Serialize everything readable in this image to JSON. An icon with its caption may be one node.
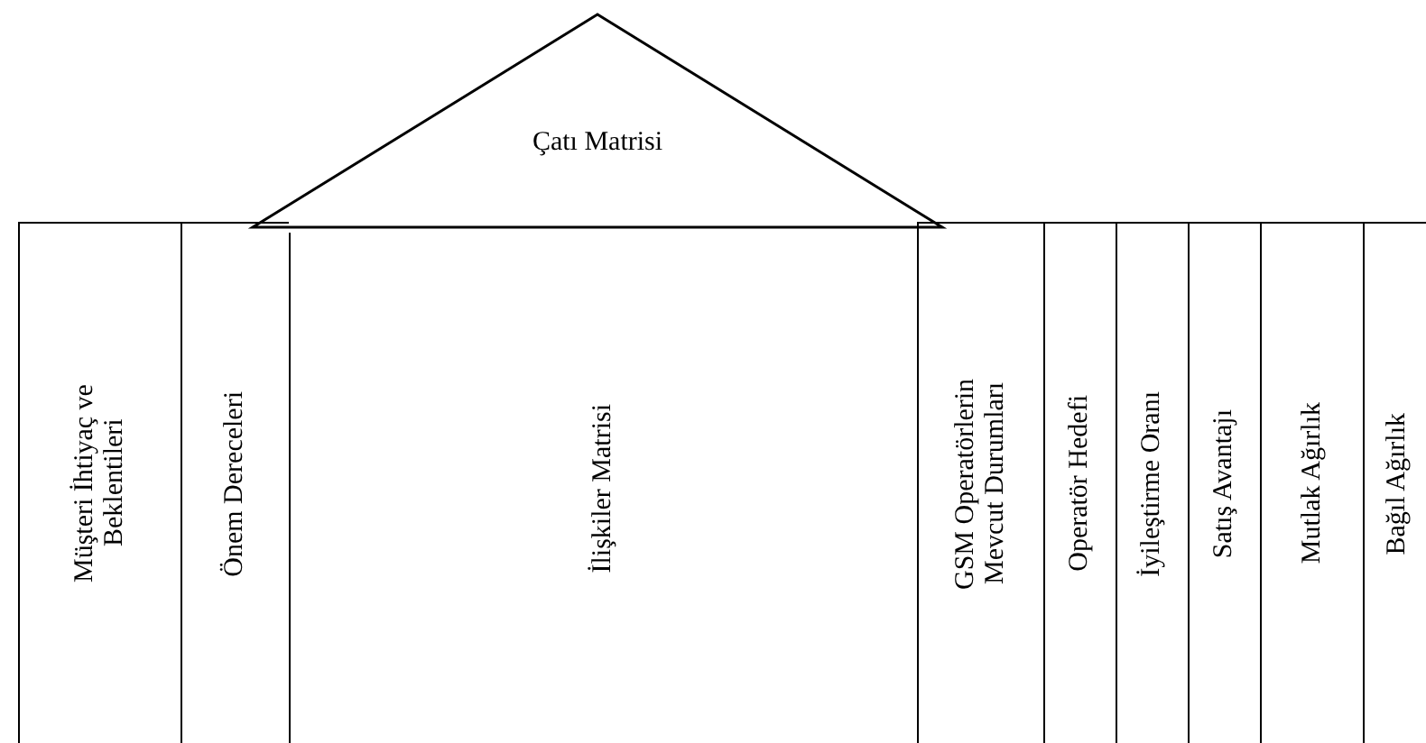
{
  "diagram": {
    "nodes": [
      {
        "text": [
          "Çatı Matrisi"
        ]
      },
      {
        "text": [
          "Müşteri İhtiyaç ve Beklentileri"
        ]
      },
      {
        "text": [
          "Önem Dereceleri"
        ]
      },
      {
        "text": [
          "İlişkiler Matrisi"
        ]
      },
      {
        "text": [
          "GSM Operatörlerin Mevcut Durumları"
        ]
      },
      {
        "text": [
          "Operatör Hedefi"
        ]
      },
      {
        "text": [
          "İyileştirme Oranı"
        ]
      },
      {
        "text": [
          "Satış Avantajı"
        ]
      },
      {
        "text": [
          "Mutlak Ağırlık"
        ]
      },
      {
        "text": [
          "Bağıl Ağırlık"
        ]
      }
    ]
  }
}
